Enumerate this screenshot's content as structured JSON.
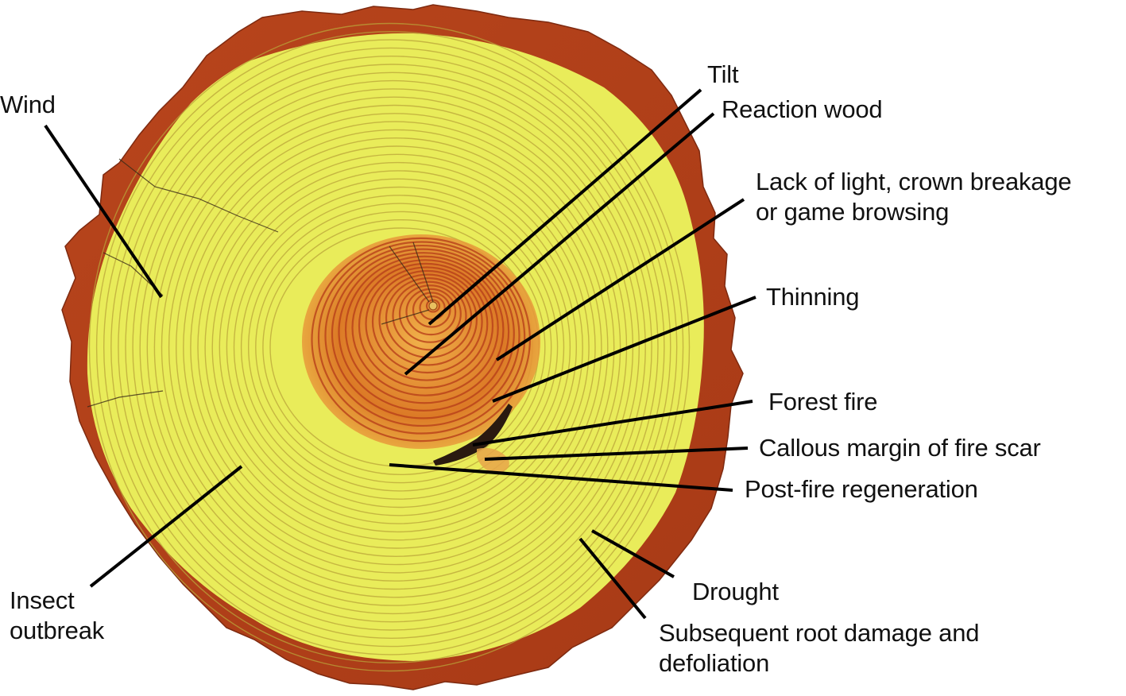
{
  "figure": {
    "subject": "Tree stump cross-section showing growth ring disturbances",
    "colors": {
      "background": "#ffffff",
      "bark": "#b3421a",
      "bark_dark": "#7e2a10",
      "sapwood": "#e9ec5a",
      "sapwood_ring": "#b9a43a",
      "heartwood": "#d9741f",
      "heartwood_ring": "#b8401a",
      "fire_scar": "#2a1a10",
      "leader_line": "#000000",
      "label_text": "#111111"
    }
  },
  "labels": [
    {
      "id": "wind",
      "lines": [
        "Wind"
      ]
    },
    {
      "id": "tilt",
      "lines": [
        "Tilt"
      ]
    },
    {
      "id": "reaction-wood",
      "lines": [
        "Reaction wood"
      ]
    },
    {
      "id": "lack-of-light",
      "lines": [
        "Lack of light, crown breakage",
        "or game browsing"
      ]
    },
    {
      "id": "thinning",
      "lines": [
        "Thinning"
      ]
    },
    {
      "id": "forest-fire",
      "lines": [
        "Forest fire"
      ]
    },
    {
      "id": "callous-margin",
      "lines": [
        "Callous margin of fire scar"
      ]
    },
    {
      "id": "post-fire-regeneration",
      "lines": [
        "Post-fire regeneration"
      ]
    },
    {
      "id": "drought",
      "lines": [
        "Drought"
      ]
    },
    {
      "id": "root-damage",
      "lines": [
        "Subsequent root damage and",
        "defoliation"
      ]
    },
    {
      "id": "insect-outbreak",
      "lines": [
        "Insect",
        "outbreak"
      ]
    }
  ]
}
